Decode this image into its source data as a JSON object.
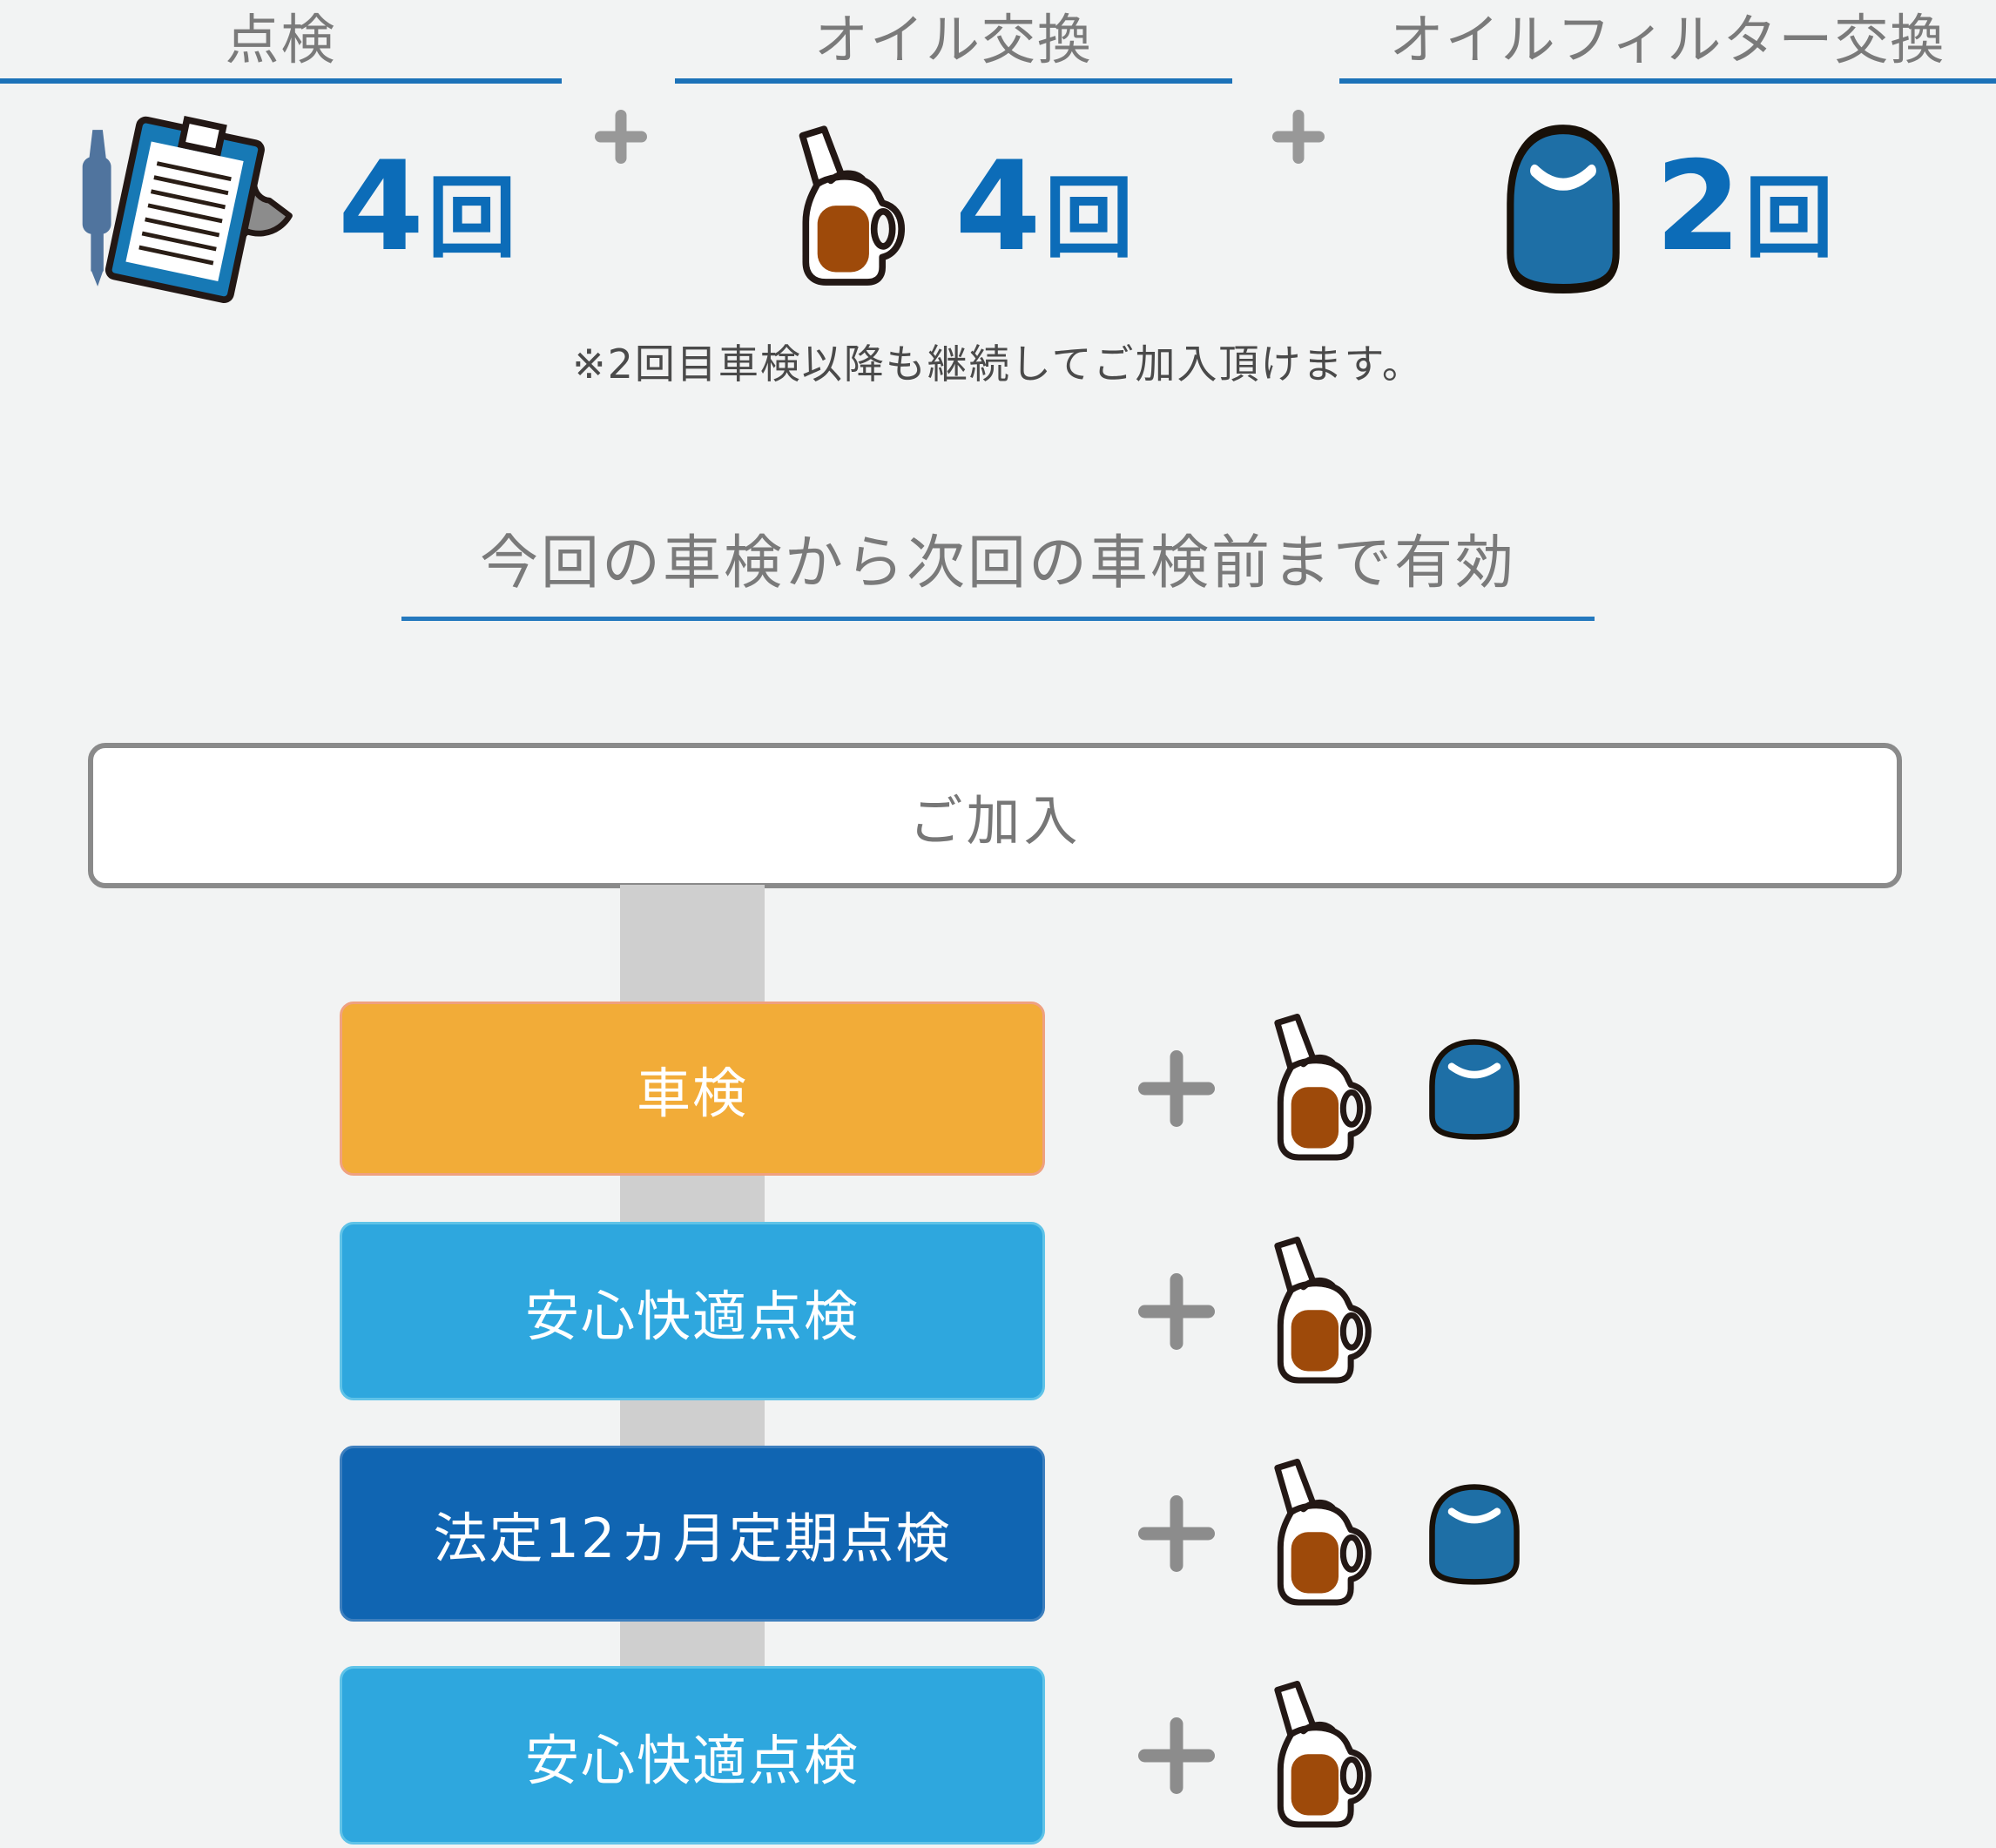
{
  "colors": {
    "background": "#F2F3F3",
    "accent_blue_underline": "#1C72B8",
    "count_blue": "#0C6CB8",
    "header_gray": "#7A7A7A",
    "note_gray": "#4A4A4A",
    "row_orange": "#F2AC38",
    "row_light_blue": "#2EA7DE",
    "row_dark_blue": "#1065B2",
    "connector_gray": "#CFCFCF",
    "join_border_gray": "#8A8A8A",
    "oil_brown": "#9E4A0A",
    "filter_blue": "#1E6FA6"
  },
  "benefits": {
    "separator": "+",
    "items": [
      {
        "label": "点検",
        "count": "4",
        "unit": "回",
        "icon": "inspection-tools-icon"
      },
      {
        "label": "オイル交換",
        "count": "4",
        "unit": "回",
        "icon": "oil-can-icon"
      },
      {
        "label": "オイルフィルター交換",
        "count": "2",
        "unit": "回",
        "icon": "oil-filter-icon"
      }
    ],
    "note": "※2回目車検以降も継続してご加入頂けます。"
  },
  "validity": {
    "heading": "今回の車検から次回の車検前まで有効"
  },
  "flow": {
    "start_label": "ご加入",
    "rows": [
      {
        "label": "車検",
        "extras": [
          "oil-can",
          "oil-filter"
        ]
      },
      {
        "label": "安心快適点検",
        "extras": [
          "oil-can"
        ]
      },
      {
        "label": "法定12ヵ月定期点検",
        "extras": [
          "oil-can",
          "oil-filter"
        ]
      },
      {
        "label": "安心快適点検",
        "extras": [
          "oil-can"
        ]
      }
    ]
  }
}
